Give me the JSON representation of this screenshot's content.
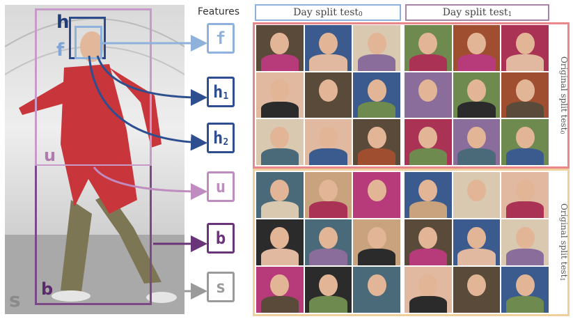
{
  "features_title": "Features",
  "parts": [
    {
      "id": "h",
      "label": "h",
      "color": "#1f3d7a"
    },
    {
      "id": "f",
      "label": "f",
      "color": "#7fa6d6"
    },
    {
      "id": "u",
      "label": "u",
      "color": "#b07cb0"
    },
    {
      "id": "b",
      "label": "b",
      "color": "#5a2a6a"
    },
    {
      "id": "s",
      "label": "s",
      "color": "#8a8a8a"
    }
  ],
  "features": [
    {
      "label": "f",
      "sub": "",
      "color": "#8fb2dd"
    },
    {
      "label": "h",
      "sub": "1",
      "color": "#2e4f8f"
    },
    {
      "label": "h",
      "sub": "2",
      "color": "#2e4f8f"
    },
    {
      "label": "u",
      "sub": "",
      "color": "#c08cc0"
    },
    {
      "label": "b",
      "sub": "",
      "color": "#6a3478"
    },
    {
      "label": "s",
      "sub": "",
      "color": "#9a9a9a"
    }
  ],
  "columns": [
    {
      "text": "Day split test",
      "sub": "0",
      "color": "#8fb2dd"
    },
    {
      "text": "Day split test",
      "sub": "1",
      "color": "#a883a8"
    }
  ],
  "rows": [
    {
      "text": "Original split test",
      "sub": "0",
      "color": "#e9878a"
    },
    {
      "text": "Original split test",
      "sub": "1",
      "color": "#f0d09a"
    }
  ],
  "tile_palette": [
    "#5a4a3a",
    "#c9a27e",
    "#8a6d9a",
    "#3b5b8f",
    "#b73b7a",
    "#6e8a4e",
    "#d8c9b0",
    "#2b2b2b",
    "#9f4f2f",
    "#e1b8a0",
    "#4a6a7a",
    "#aa3355"
  ]
}
